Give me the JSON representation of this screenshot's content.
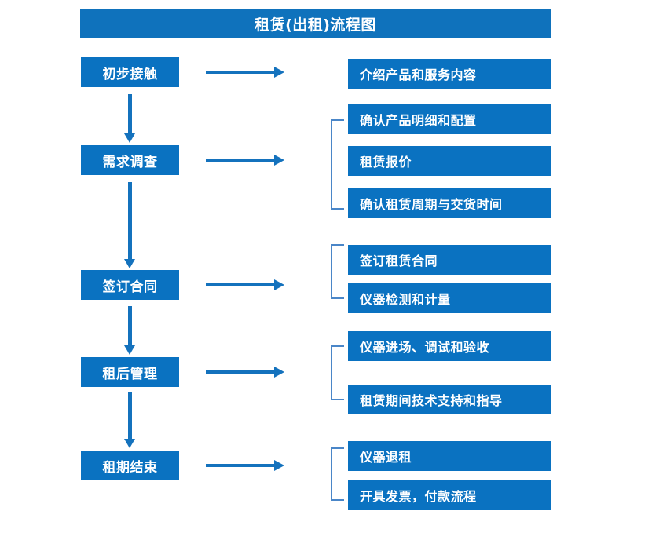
{
  "diagram": {
    "title": "租赁(出租)流程图",
    "colors": {
      "box_fill": "#0a72c1",
      "title_fill": "#0f72bc",
      "arrow": "#1472bd",
      "bracket": "#4a86c8",
      "text": "#ffffff",
      "background": "#ffffff"
    },
    "stages": [
      {
        "id": "stage-1",
        "label": "初步接触"
      },
      {
        "id": "stage-2",
        "label": "需求调查"
      },
      {
        "id": "stage-3",
        "label": "签订合同"
      },
      {
        "id": "stage-4",
        "label": "租后管理"
      },
      {
        "id": "stage-5",
        "label": "租期结束"
      }
    ],
    "details": [
      {
        "id": "detail-1",
        "label": "介绍产品和服务内容",
        "group": 1
      },
      {
        "id": "detail-2",
        "label": "确认产品明细和配置",
        "group": 2
      },
      {
        "id": "detail-3",
        "label": "租赁报价",
        "group": 2
      },
      {
        "id": "detail-4",
        "label": "确认租赁周期与交货时间",
        "group": 2
      },
      {
        "id": "detail-5",
        "label": "签订租赁合同",
        "group": 3
      },
      {
        "id": "detail-6",
        "label": "仪器检测和计量",
        "group": 3
      },
      {
        "id": "detail-7",
        "label": "仪器进场、调试和验收",
        "group": 4
      },
      {
        "id": "detail-8",
        "label": "租赁期间技术支持和指导",
        "group": 4
      },
      {
        "id": "detail-9",
        "label": "仪器退租",
        "group": 5
      },
      {
        "id": "detail-10",
        "label": "开具发票，付款流程",
        "group": 5
      }
    ],
    "connectors": {
      "horizontal_arrows": 5,
      "vertical_arrows": 4,
      "brackets": 4
    }
  }
}
